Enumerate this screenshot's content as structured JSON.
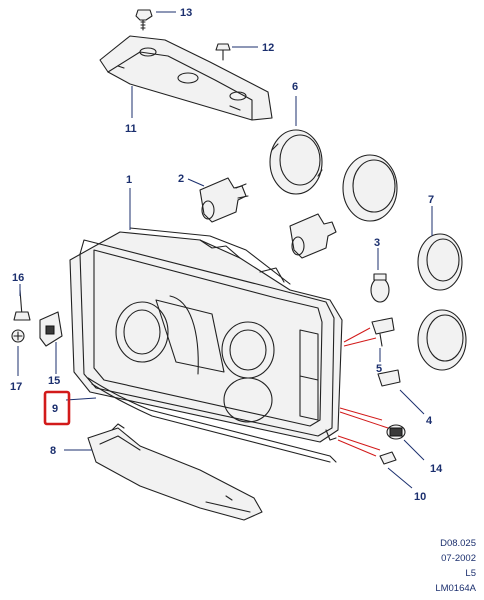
{
  "callouts": {
    "c1": "1",
    "c2": "2",
    "c3": "3",
    "c4": "4",
    "c5": "5",
    "c6": "6",
    "c7": "7",
    "c8": "8",
    "c9": "9",
    "c10": "10",
    "c11": "11",
    "c12": "12",
    "c13": "13",
    "c14": "14",
    "c15": "15",
    "c16": "16",
    "c17": "17"
  },
  "highlighted_callout": "9",
  "footer": {
    "ref_code": "D08.025",
    "date": "07-2002",
    "model": "L5",
    "image_code": "LM0164A"
  },
  "colors": {
    "callout_text": "#1b2f6e",
    "highlight": "#d21a1a",
    "line_art": "#222222"
  }
}
